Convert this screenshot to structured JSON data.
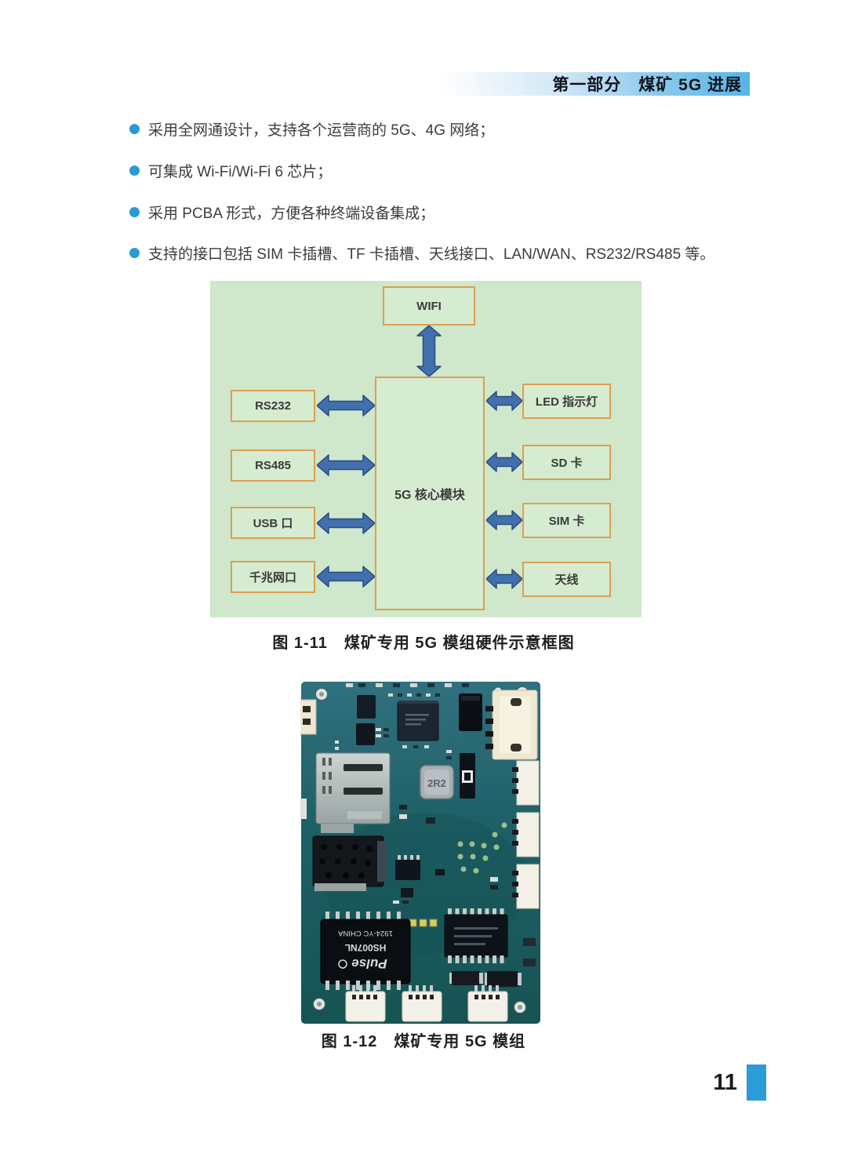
{
  "header": {
    "title": "第一部分　煤矿 5G 进展"
  },
  "bullets": [
    {
      "text": "采用全网通设计，支持各个运营商的 5G、4G 网络；"
    },
    {
      "text": "可集成 Wi-Fi/Wi-Fi 6 芯片；"
    },
    {
      "text": "采用 PCBA 形式，方便各种终端设备集成；"
    },
    {
      "text": "支持的接口包括 SIM 卡插槽、TF 卡插槽、天线接口、LAN/WAN、RS232/RS485 等。"
    }
  ],
  "diagram": {
    "caption": "图 1-11　煤矿专用 5G 模组硬件示意框图",
    "top_box": "WIFI",
    "center_box": "5G 核心模块",
    "left_boxes": [
      "RS232",
      "RS485",
      "USB 口",
      "千兆网口"
    ],
    "right_boxes": [
      "LED 指示灯",
      "SD 卡",
      "SIM 卡",
      "天线"
    ],
    "colors": {
      "panel_bg": "#cfe7cb",
      "box_border": "#dd9e50",
      "arrow_fill": "#4170ad",
      "arrow_stroke": "#2b4c7e"
    }
  },
  "photo": {
    "caption": "图 1-12　煤矿专用 5G 模组",
    "board_labels": {
      "inductor": "2R2",
      "transformer_brand": "Pulse",
      "transformer_model": "HS007NL",
      "transformer_marking": "1924-YC CHINA"
    }
  },
  "footer": {
    "page_number": "11",
    "accent_color": "#2b9cd8"
  }
}
